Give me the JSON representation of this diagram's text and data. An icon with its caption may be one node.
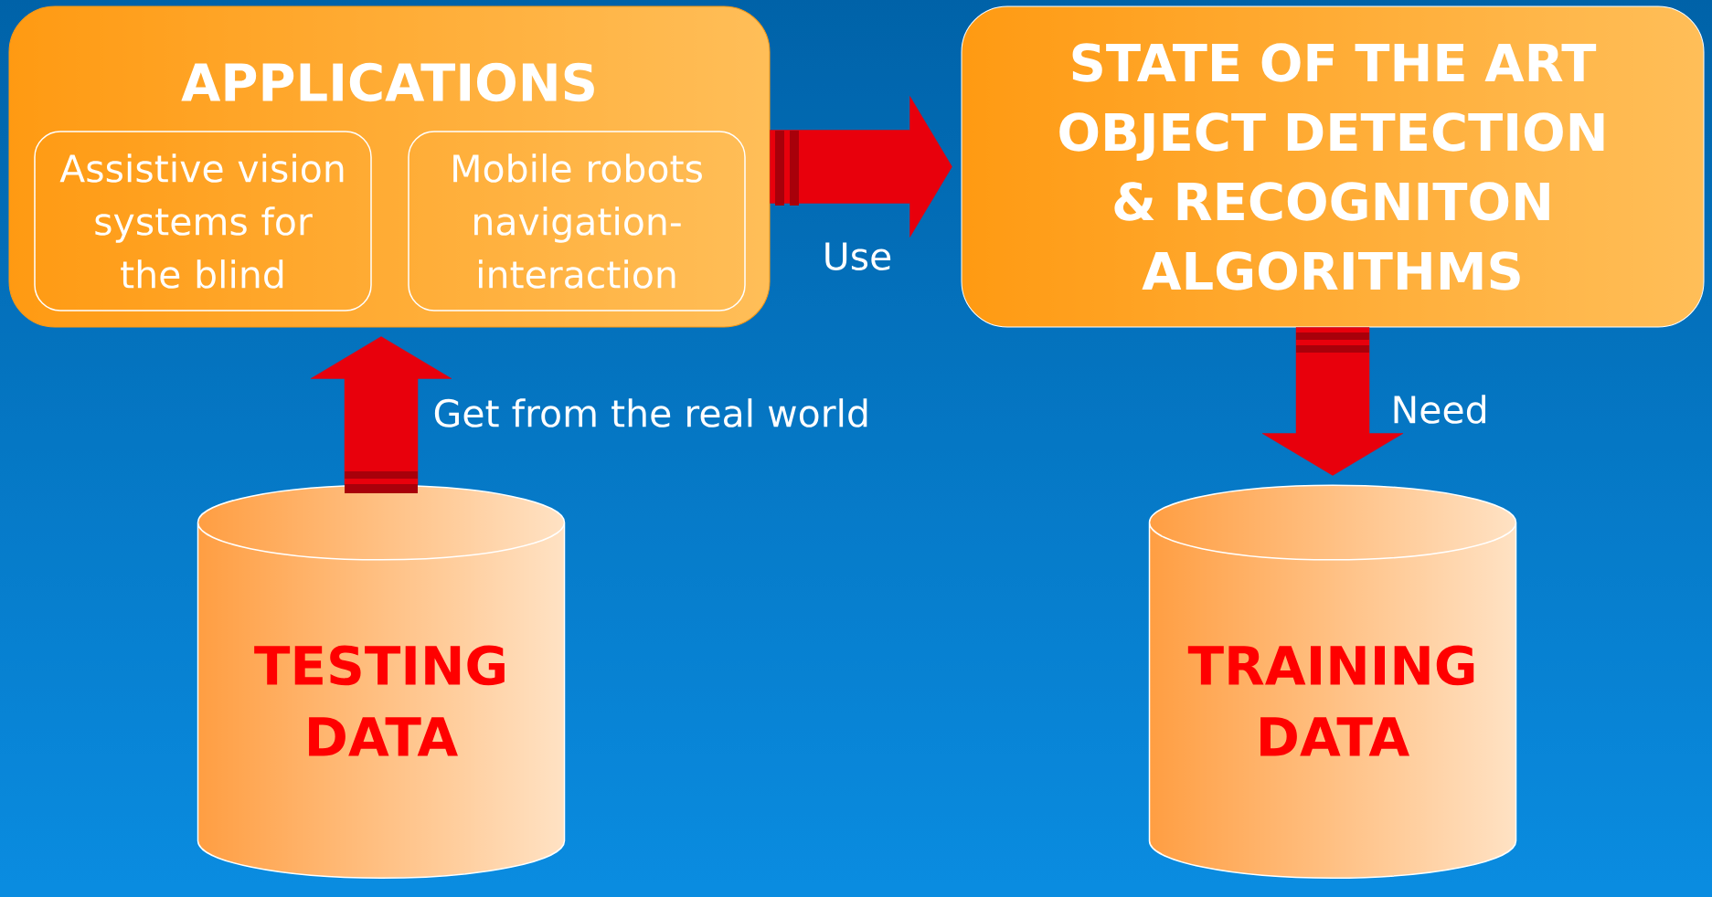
{
  "diagram": {
    "nodes": [
      {
        "text": [
          "APPLICATIONS"
        ]
      },
      {
        "text": [
          "Assistive vision systems for the blind"
        ],
        "in": 0
      },
      {
        "text": [
          "Mobile robots navigation-interaction"
        ],
        "in": 0
      },
      {
        "text": [
          "STATE OF THE ART OBJECT DETECTION & RECOGNITON ALGORITHMS"
        ]
      },
      {
        "text": [
          "TESTING DATA"
        ]
      },
      {
        "text": [
          "TRAINING DATA"
        ]
      }
    ],
    "edges": [
      {
        "from": 0,
        "to": 3,
        "arrow": "to",
        "label": "Use"
      },
      {
        "from": 4,
        "to": 0,
        "arrow": "to",
        "label": "Get from the real world"
      },
      {
        "from": 3,
        "to": 5,
        "arrow": "to",
        "label": "Need"
      }
    ]
  }
}
